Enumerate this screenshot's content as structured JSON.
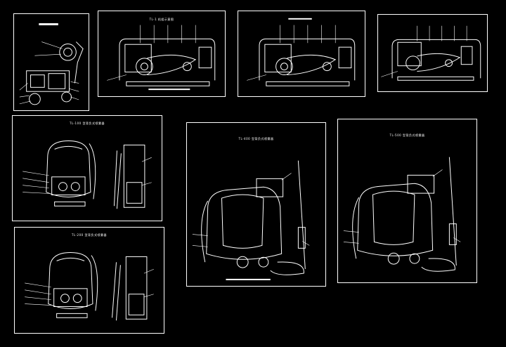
{
  "sheets": [
    {
      "title": ""
    },
    {
      "title": "TL-1 机组示意图"
    },
    {
      "title": ""
    },
    {
      "title": ""
    },
    {
      "title": "TL-100 型背负式喷雾器"
    },
    {
      "title": "TL-200 型背负式喷雾器"
    },
    {
      "title": "TL-400 型背负式喷雾器"
    },
    {
      "title": "TL-500 型背负式喷雾器"
    }
  ]
}
